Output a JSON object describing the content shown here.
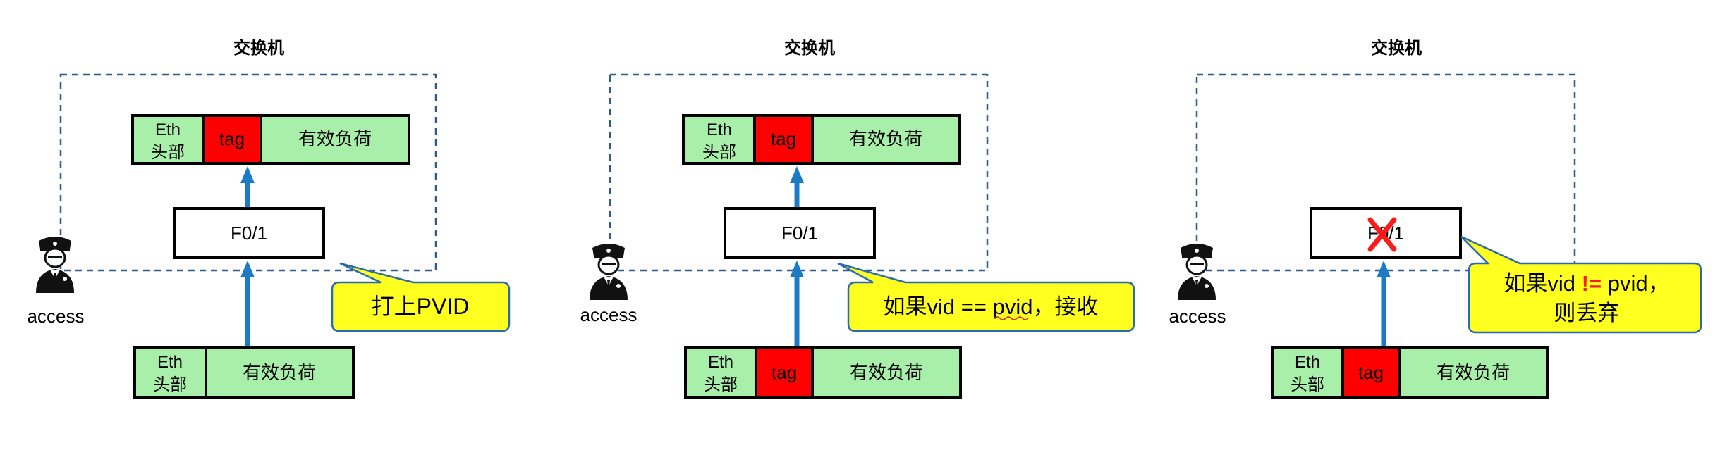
{
  "colors": {
    "payload_green": "#A8EFAA",
    "tag_red": "#FF0000",
    "arrow_blue": "#1B7BC4",
    "dashed_border": "#2F5A8A",
    "callout_fill": "#FFFF20",
    "callout_border": "#2A6AB0",
    "cross_red": "#FF1A1A"
  },
  "icons": {
    "person": "police-officer-icon",
    "reject": "red-cross-icon"
  },
  "panels": [
    {
      "switch_label": "交换机",
      "access_label": "access",
      "top_frame": {
        "eth": [
          "Eth",
          "头部"
        ],
        "tag": "tag",
        "payload": "有效负荷"
      },
      "port_label": "F0/1",
      "callout": "打上PVID",
      "bottom_frame": {
        "eth": [
          "Eth",
          "头部"
        ],
        "payload": "有效负荷"
      }
    },
    {
      "switch_label": "交换机",
      "access_label": "access",
      "top_frame": {
        "eth": [
          "Eth",
          "头部"
        ],
        "tag": "tag",
        "payload": "有效负荷"
      },
      "port_label": "F0/1",
      "callout": "如果vid == pvid，接收",
      "bottom_frame": {
        "eth": [
          "Eth",
          "头部"
        ],
        "tag": "tag",
        "payload": "有效负荷"
      }
    },
    {
      "switch_label": "交换机",
      "access_label": "access",
      "port_label": "F0/1",
      "callout_parts": [
        "如果vid ",
        "!=",
        " pvid，"
      ],
      "callout_line2": "则丢弃",
      "bottom_frame": {
        "eth": [
          "Eth",
          "头部"
        ],
        "tag": "tag",
        "payload": "有效负荷"
      }
    }
  ]
}
